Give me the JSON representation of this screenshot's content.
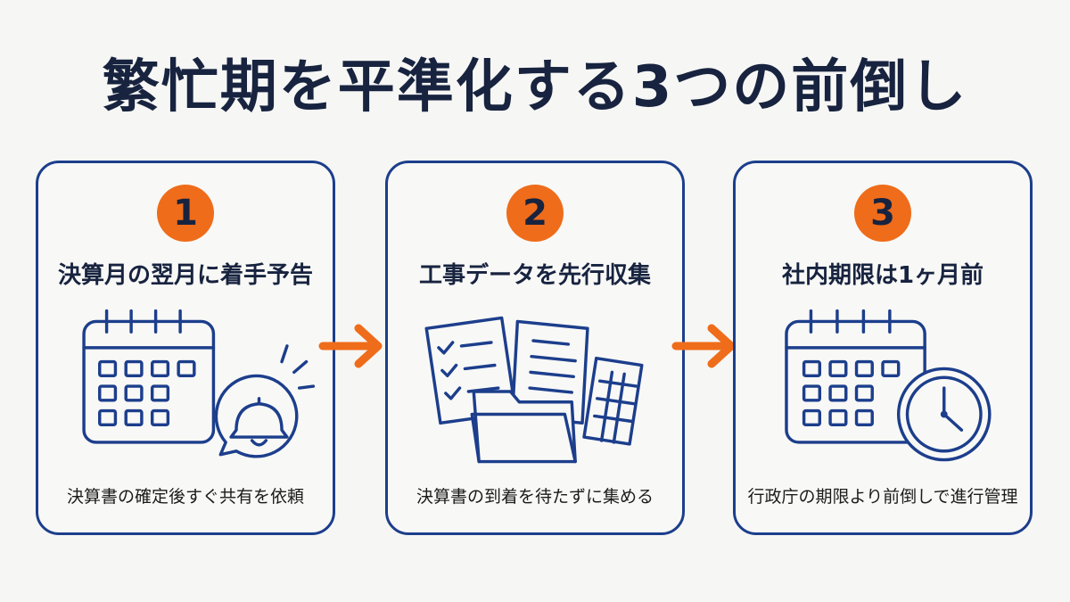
{
  "title": "繁忙期を平準化する3つの前倒し",
  "colors": {
    "navy": "#1c3e8c",
    "text": "#17233f",
    "accent": "#ef6c1a",
    "background": "#f6f6f4"
  },
  "steps": [
    {
      "number": "1",
      "title": "決算月の翌月に着手予告",
      "description": "決算書の確定後すぐ共有を依頼",
      "icon": "calendar-bell-icon"
    },
    {
      "number": "2",
      "title": "工事データを先行収集",
      "description": "決算書の到着を待たずに集める",
      "icon": "documents-folder-icon"
    },
    {
      "number": "3",
      "title": "社内期限は1ヶ月前",
      "description": "行政庁の期限より前倒しで進行管理",
      "icon": "calendar-clock-icon"
    }
  ],
  "connectors": [
    "arrow-right-icon",
    "arrow-right-icon"
  ]
}
